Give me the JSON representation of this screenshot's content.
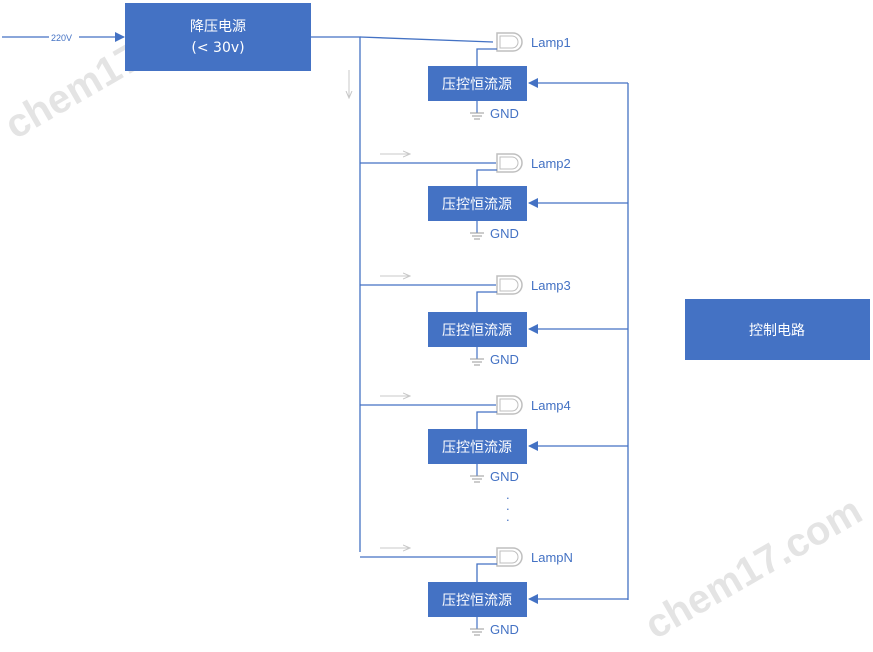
{
  "input_label": "220V",
  "step_down": {
    "line1": "降压电源",
    "line2": "(< 30v)"
  },
  "control": "控制电路",
  "driver_label": "压控恒流源",
  "gnd_label": "GND",
  "lamps": [
    "Lamp1",
    "Lamp2",
    "Lamp3",
    "Lamp4",
    "LampN"
  ],
  "ellipsis": ".",
  "watermark": "chem17.com",
  "colors": {
    "block": "#4472c4",
    "wire": "#4472c4",
    "lamp": "#bfbfbf",
    "flow": "#bfbfbf"
  }
}
